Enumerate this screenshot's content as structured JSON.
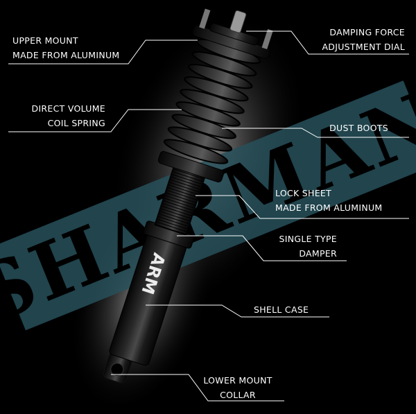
{
  "diagram": {
    "watermark_text": "SHARMAN",
    "shock_body_text": "ARM",
    "callouts": [
      {
        "id": "upper-mount",
        "lines": [
          "UPPER MOUNT",
          "MADE FROM ALUMINUM"
        ]
      },
      {
        "id": "damping-force",
        "lines": [
          "DAMPING FORCE",
          "ADJUSTMENT DIAL"
        ]
      },
      {
        "id": "direct-volume",
        "lines": [
          "DIRECT VOLUME",
          "COIL SPRING"
        ]
      },
      {
        "id": "dust-boots",
        "lines": [
          "DUST BOOTS"
        ]
      },
      {
        "id": "lock-sheet",
        "lines": [
          "LOCK SHEET",
          "MADE FROM ALUMINUM"
        ]
      },
      {
        "id": "single-type",
        "lines": [
          "SINGLE TYPE",
          "DAMPER"
        ]
      },
      {
        "id": "shell-case",
        "lines": [
          "SHELL CASE"
        ]
      },
      {
        "id": "lower-mount",
        "lines": [
          "LOWER MOUNT",
          "COLLAR"
        ]
      }
    ]
  }
}
